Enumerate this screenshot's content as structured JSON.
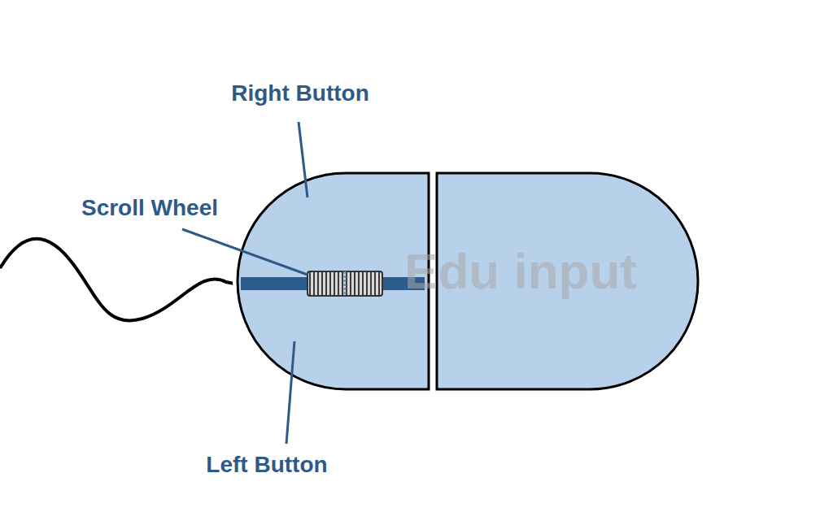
{
  "diagram": {
    "labels": [
      "Right Button",
      "Scroll Wheel",
      "Left Button",
      "Edu input"
    ]
  }
}
